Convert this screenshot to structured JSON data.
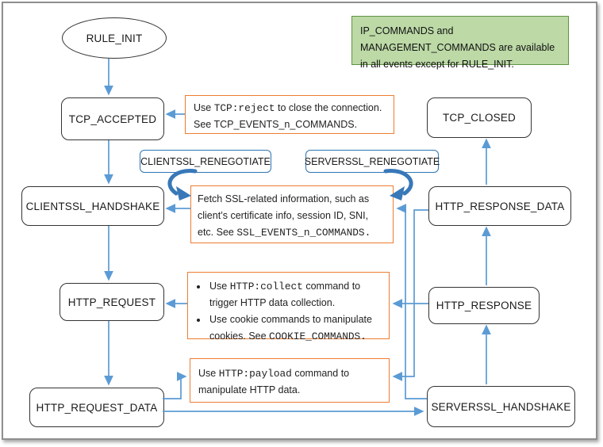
{
  "diagram": {
    "states": {
      "rule_init": "RULE_INIT",
      "tcp_accepted": "TCP_ACCEPTED",
      "clientssl_handshake": "CLIENTSSL_HANDSHAKE",
      "http_request": "HTTP_REQUEST",
      "http_request_data": "HTTP_REQUEST_DATA",
      "tcp_closed": "TCP_CLOSED",
      "http_response_data": "HTTP_RESPONSE_DATA",
      "http_response": "HTTP_RESPONSE",
      "serverssl_handshake": "SERVERSSL_HANDSHAKE"
    },
    "events": {
      "clientssl_renegotiate": "CLIENTSSL_RENEGOTIATE",
      "serverssl_renegotiate": "SERVERSSL_RENEGOTIATE"
    },
    "notes": {
      "green": "IP_COMMANDS and MANAGEMENT_COMMANDS are available in all events except for RULE_INIT.",
      "tcp": {
        "parts": [
          "Use ",
          "TCP:reject",
          " to close the connection. See TCP_EVENTS_n_COMMANDS."
        ]
      },
      "ssl": {
        "parts": [
          "Fetch SSL-related information, such as client’s certificate info, session ID, SNI, etc. See ",
          "SSL_EVENTS_n_COMMANDS."
        ]
      },
      "http": {
        "bullets": [
          [
            "Use ",
            "HTTP:collect",
            " command to trigger HTTP data collection."
          ],
          [
            "Use cookie commands to manipulate cookies. See ",
            "COOKIE_COMMANDS."
          ]
        ]
      },
      "payload": {
        "parts": [
          "Use ",
          "HTTP:payload",
          " command to manipulate HTTP data."
        ]
      }
    },
    "colors": {
      "flow_arrow": "#5b9bd5",
      "loop_arrow": "#3878b8",
      "note_border": "#ed7d31",
      "event_border": "#2e75b6",
      "state_border": "#333333",
      "green_fill": "#bcd9a6",
      "green_border": "#5f9441"
    }
  }
}
